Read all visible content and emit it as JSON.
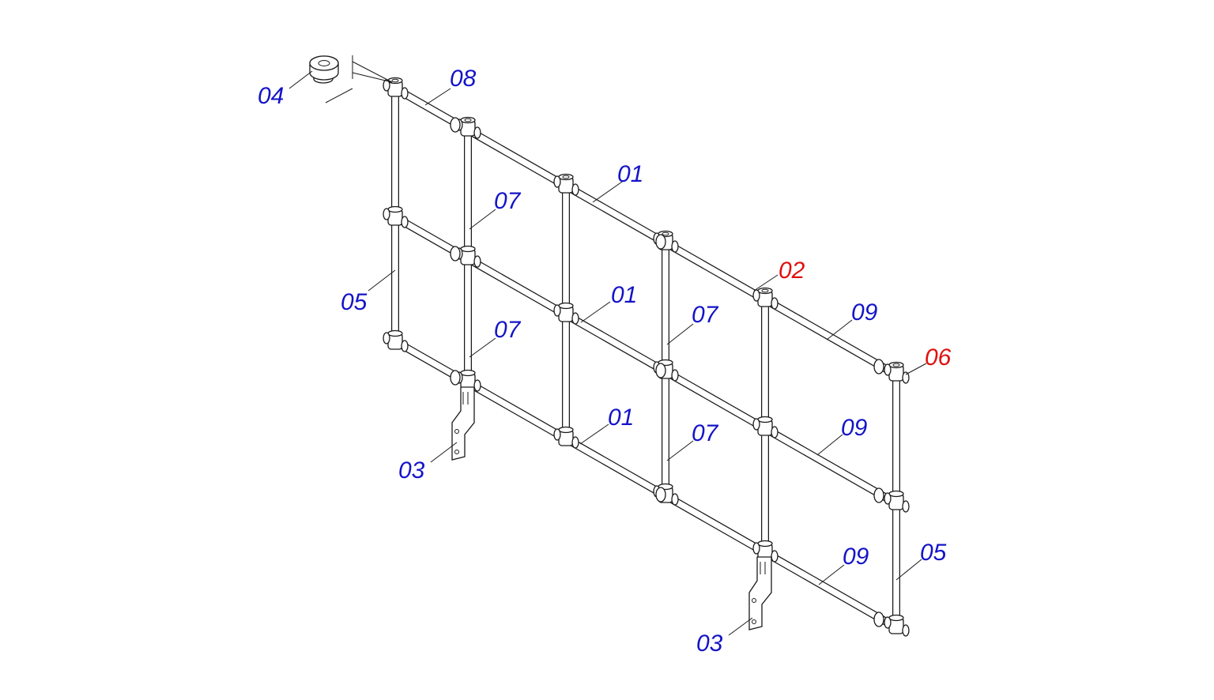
{
  "colors": {
    "label_default": "#1414c8",
    "label_highlight": "#e01010",
    "line": "#1a1a1a"
  },
  "labels": [
    {
      "id": "lbl-04",
      "text": "04",
      "highlight": false
    },
    {
      "id": "lbl-08",
      "text": "08",
      "highlight": false
    },
    {
      "id": "lbl-01-top",
      "text": "01",
      "highlight": false
    },
    {
      "id": "lbl-07-a",
      "text": "07",
      "highlight": false
    },
    {
      "id": "lbl-02",
      "text": "02",
      "highlight": true
    },
    {
      "id": "lbl-05-left",
      "text": "05",
      "highlight": false
    },
    {
      "id": "lbl-01-mid",
      "text": "01",
      "highlight": false
    },
    {
      "id": "lbl-07-b",
      "text": "07",
      "highlight": false
    },
    {
      "id": "lbl-09-top",
      "text": "09",
      "highlight": false
    },
    {
      "id": "lbl-06",
      "text": "06",
      "highlight": true
    },
    {
      "id": "lbl-07-c",
      "text": "07",
      "highlight": false
    },
    {
      "id": "lbl-01-bot",
      "text": "01",
      "highlight": false
    },
    {
      "id": "lbl-07-d",
      "text": "07",
      "highlight": false
    },
    {
      "id": "lbl-09-mid",
      "text": "09",
      "highlight": false
    },
    {
      "id": "lbl-03-left",
      "text": "03",
      "highlight": false
    },
    {
      "id": "lbl-05-right",
      "text": "05",
      "highlight": false
    },
    {
      "id": "lbl-09-bot",
      "text": "09",
      "highlight": false
    },
    {
      "id": "lbl-03-right",
      "text": "03",
      "highlight": false
    }
  ]
}
